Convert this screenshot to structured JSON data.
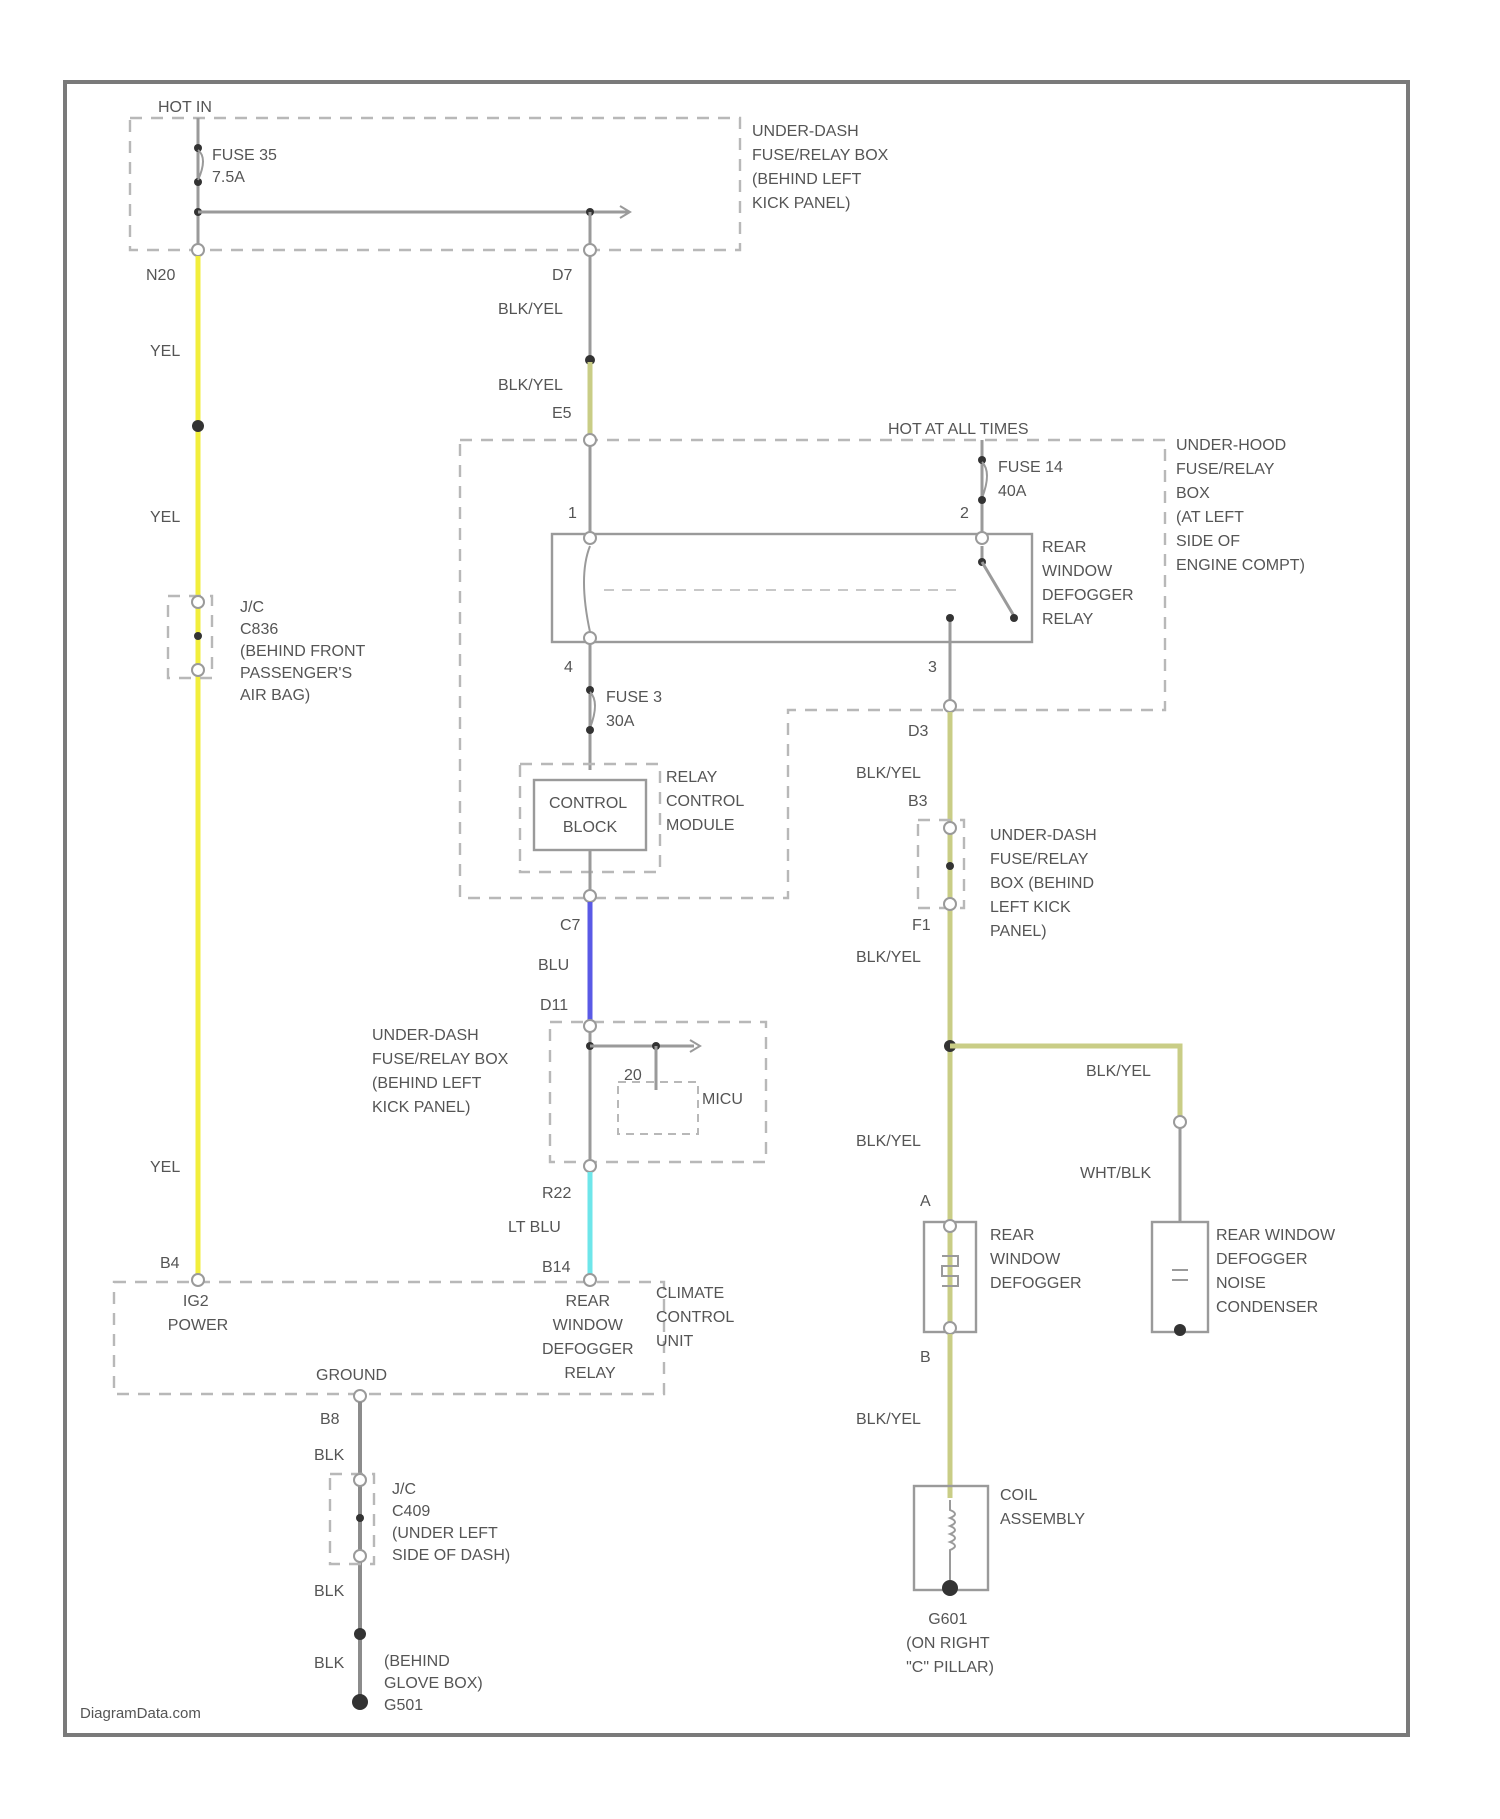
{
  "diagram": {
    "watermark": "DiagramData.com",
    "colors": {
      "yel": "#f2ee3c",
      "blk_yel": "#c9cd86",
      "blu": "#5a5ae6",
      "lt_blu": "#6ee6ea",
      "blk": "#8c8c8c",
      "frame": "#7a7a7a"
    },
    "labels": {
      "hot_in": "HOT IN",
      "fuse35": "FUSE 35",
      "fuse35_rating": "7.5A",
      "under_dash_box": [
        "UNDER-DASH",
        "FUSE/RELAY BOX",
        "(BEHIND LEFT",
        "KICK PANEL)"
      ],
      "pin_n20": "N20",
      "pin_d7": "D7",
      "blk_yel": "BLK/YEL",
      "yel": "YEL",
      "pin_e5": "E5",
      "hot_at_all_times": "HOT AT ALL TIMES",
      "fuse14": "FUSE 14",
      "fuse14_rating": "40A",
      "under_hood_box": [
        "UNDER-HOOD",
        "FUSE/RELAY",
        "BOX",
        "(AT LEFT",
        "SIDE OF",
        "ENGINE COMPT)"
      ],
      "pin1": "1",
      "pin2": "2",
      "pin4": "4",
      "pin3": "3",
      "relay_label": [
        "REAR",
        "WINDOW",
        "DEFOGGER",
        "RELAY"
      ],
      "jc_c836": [
        "J/C",
        "C836",
        "(BEHIND FRONT",
        "PASSENGER'S",
        "AIR BAG)"
      ],
      "fuse3": "FUSE 3",
      "fuse3_rating": "30A",
      "control_block": [
        "CONTROL",
        "BLOCK"
      ],
      "relay_control_module": [
        "RELAY",
        "CONTROL",
        "MODULE"
      ],
      "pin_d3": "D3",
      "pin_b3": "B3",
      "pin_f1": "F1",
      "under_dash_box2": [
        "UNDER-DASH",
        "FUSE/RELAY",
        "BOX (BEHIND",
        "LEFT KICK",
        "PANEL)"
      ],
      "pin_c7": "C7",
      "blu": "BLU",
      "pin_d11": "D11",
      "under_dash_box3": [
        "UNDER-DASH",
        "FUSE/RELAY BOX",
        "(BEHIND LEFT",
        "KICK PANEL)"
      ],
      "pin_20": "20",
      "mcu": "MICU",
      "pin_r22": "R22",
      "lt_blu": "LT BLU",
      "pin_b14": "B14",
      "pin_b4": "B4",
      "ig2_power": [
        "IG2",
        "POWER"
      ],
      "rear_defogger_relay": [
        "REAR",
        "WINDOW",
        "DEFOGGER",
        "RELAY"
      ],
      "climate_control": [
        "CLIMATE",
        "CONTROL",
        "UNIT"
      ],
      "ground": "GROUND",
      "pin_b8": "B8",
      "blk": "BLK",
      "jc_c409": [
        "J/C",
        "C409",
        "(UNDER LEFT",
        "SIDE OF DASH)"
      ],
      "g501": [
        "(BEHIND",
        "GLOVE BOX)",
        "G501"
      ],
      "white_blk": "WHT/BLK",
      "pin_a": "A",
      "pin_b": "B",
      "rear_window_defogger": [
        "REAR",
        "WINDOW",
        "DEFOGGER"
      ],
      "noise_condenser": [
        "REAR WINDOW",
        "DEFOGGER",
        "NOISE",
        "CONDENSER"
      ],
      "coil_assembly": [
        "COIL",
        "ASSEMBLY"
      ],
      "g601": [
        "G601",
        "(ON RIGHT",
        "\"C\" PILLAR)"
      ]
    }
  }
}
